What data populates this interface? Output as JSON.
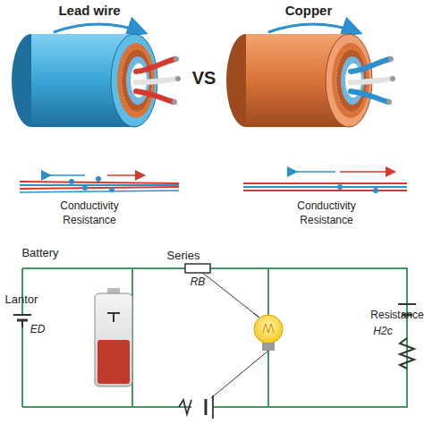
{
  "diagram": {
    "labels": [
      "Lead wire",
      "VS",
      "Copper",
      "Conductivity",
      "Resistance",
      "Conductivity",
      "Resistance",
      "Battery",
      "Series",
      "RB",
      "Lantor",
      "ED",
      "H2c",
      "Resistance"
    ]
  }
}
